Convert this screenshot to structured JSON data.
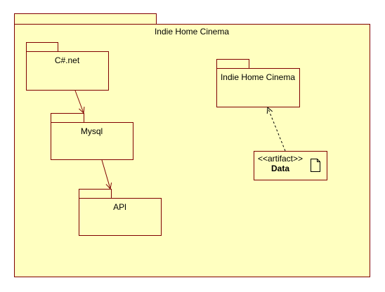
{
  "diagram": {
    "outer_package": {
      "label": "Indie Home Cinema"
    },
    "packages": {
      "csharp": {
        "label": "C#.net"
      },
      "mysql": {
        "label": "Mysql"
      },
      "api": {
        "label": "APl"
      },
      "inner_cinema": {
        "label": "Indie Home Cinema"
      }
    },
    "artifact": {
      "stereotype": "<<artifact>>",
      "name": "Data",
      "icon": "document-icon"
    },
    "colors": {
      "fill": "#ffffc0",
      "stroke": "#800000",
      "dependency": "#000000"
    }
  }
}
